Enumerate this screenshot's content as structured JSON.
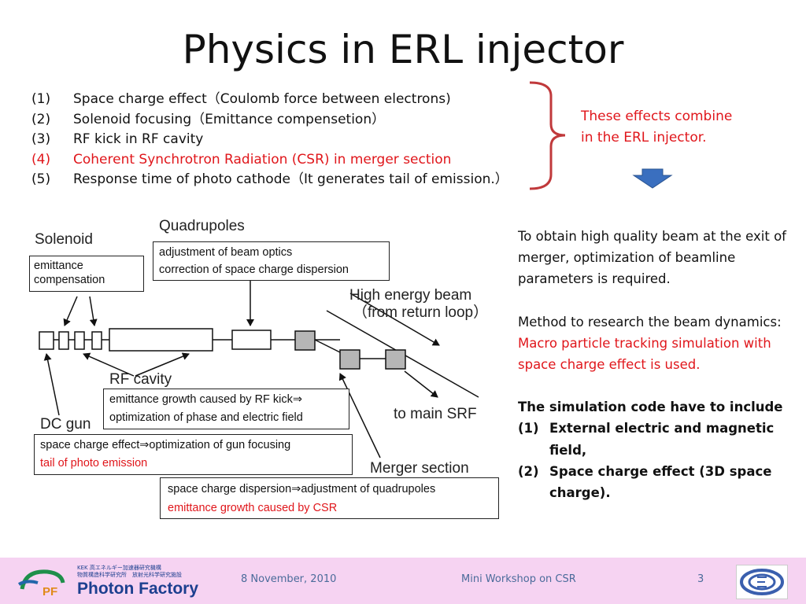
{
  "title": "Physics in ERL injector",
  "effects": [
    {
      "num": "(1)",
      "text": "Space charge effect（Coulomb force between electrons)",
      "highlight": false
    },
    {
      "num": "(2)",
      "text": "Solenoid focusing（Emittance compensetion）",
      "highlight": false
    },
    {
      "num": "(3)",
      "text": "RF kick in RF cavity",
      "highlight": false
    },
    {
      "num": "(4)",
      "text": "Coherent Synchrotron Radiation (CSR) in merger section",
      "highlight": true
    },
    {
      "num": "(5)",
      "text": "Response time of photo cathode（It generates tail of emission.）",
      "highlight": false
    }
  ],
  "combine_line1": "These effects combine",
  "combine_line2": "in the ERL injector.",
  "right": {
    "p1": "To obtain high quality beam at the exit of merger, optimization of beamline parameters is required.",
    "p2": "Method to research the beam dynamics:",
    "p2_red": "Macro particle tracking simulation with space charge effect is used.",
    "p3": "The simulation code have to include",
    "items": [
      {
        "num": "(1)",
        "text": "External electric and magnetic field,"
      },
      {
        "num": "(2)",
        "text": "Space charge effect (3D space charge)."
      }
    ]
  },
  "diagram": {
    "solenoid": "Solenoid",
    "solenoid_box": [
      "emittance",
      "compensation"
    ],
    "quadrupoles": "Quadrupoles",
    "quad_box": [
      "adjustment of beam optics",
      "correction of space charge dispersion"
    ],
    "high_energy_1": "High energy beam",
    "high_energy_2": "（from return loop）",
    "rf_cavity": "RF cavity",
    "rf_box": [
      "emittance growth caused by RF kick⇒",
      "optimization of phase and electric field"
    ],
    "to_main_srf": "to main SRF",
    "dc_gun": "DC gun",
    "dc_box": [
      "space charge effect⇒optimization of gun focusing",
      "tail of photo emission"
    ],
    "merger": "Merger section",
    "merger_box": [
      "space charge dispersion⇒adjustment of quadrupoles",
      "emittance growth caused by CSR"
    ]
  },
  "footer": {
    "org_line1": "KEK 高エネルギー加速器研究機構",
    "org_line2": "物質構造科学研究所　放射光科学研究施設",
    "brand": "Photon Factory",
    "date": "8 November, 2010",
    "event": "Mini Workshop on CSR",
    "page": "3"
  },
  "colors": {
    "red": "#e0161b",
    "brace": "#c0393b",
    "arrow": "#3a6fbf",
    "footer_bg": "#f6d3f2"
  }
}
